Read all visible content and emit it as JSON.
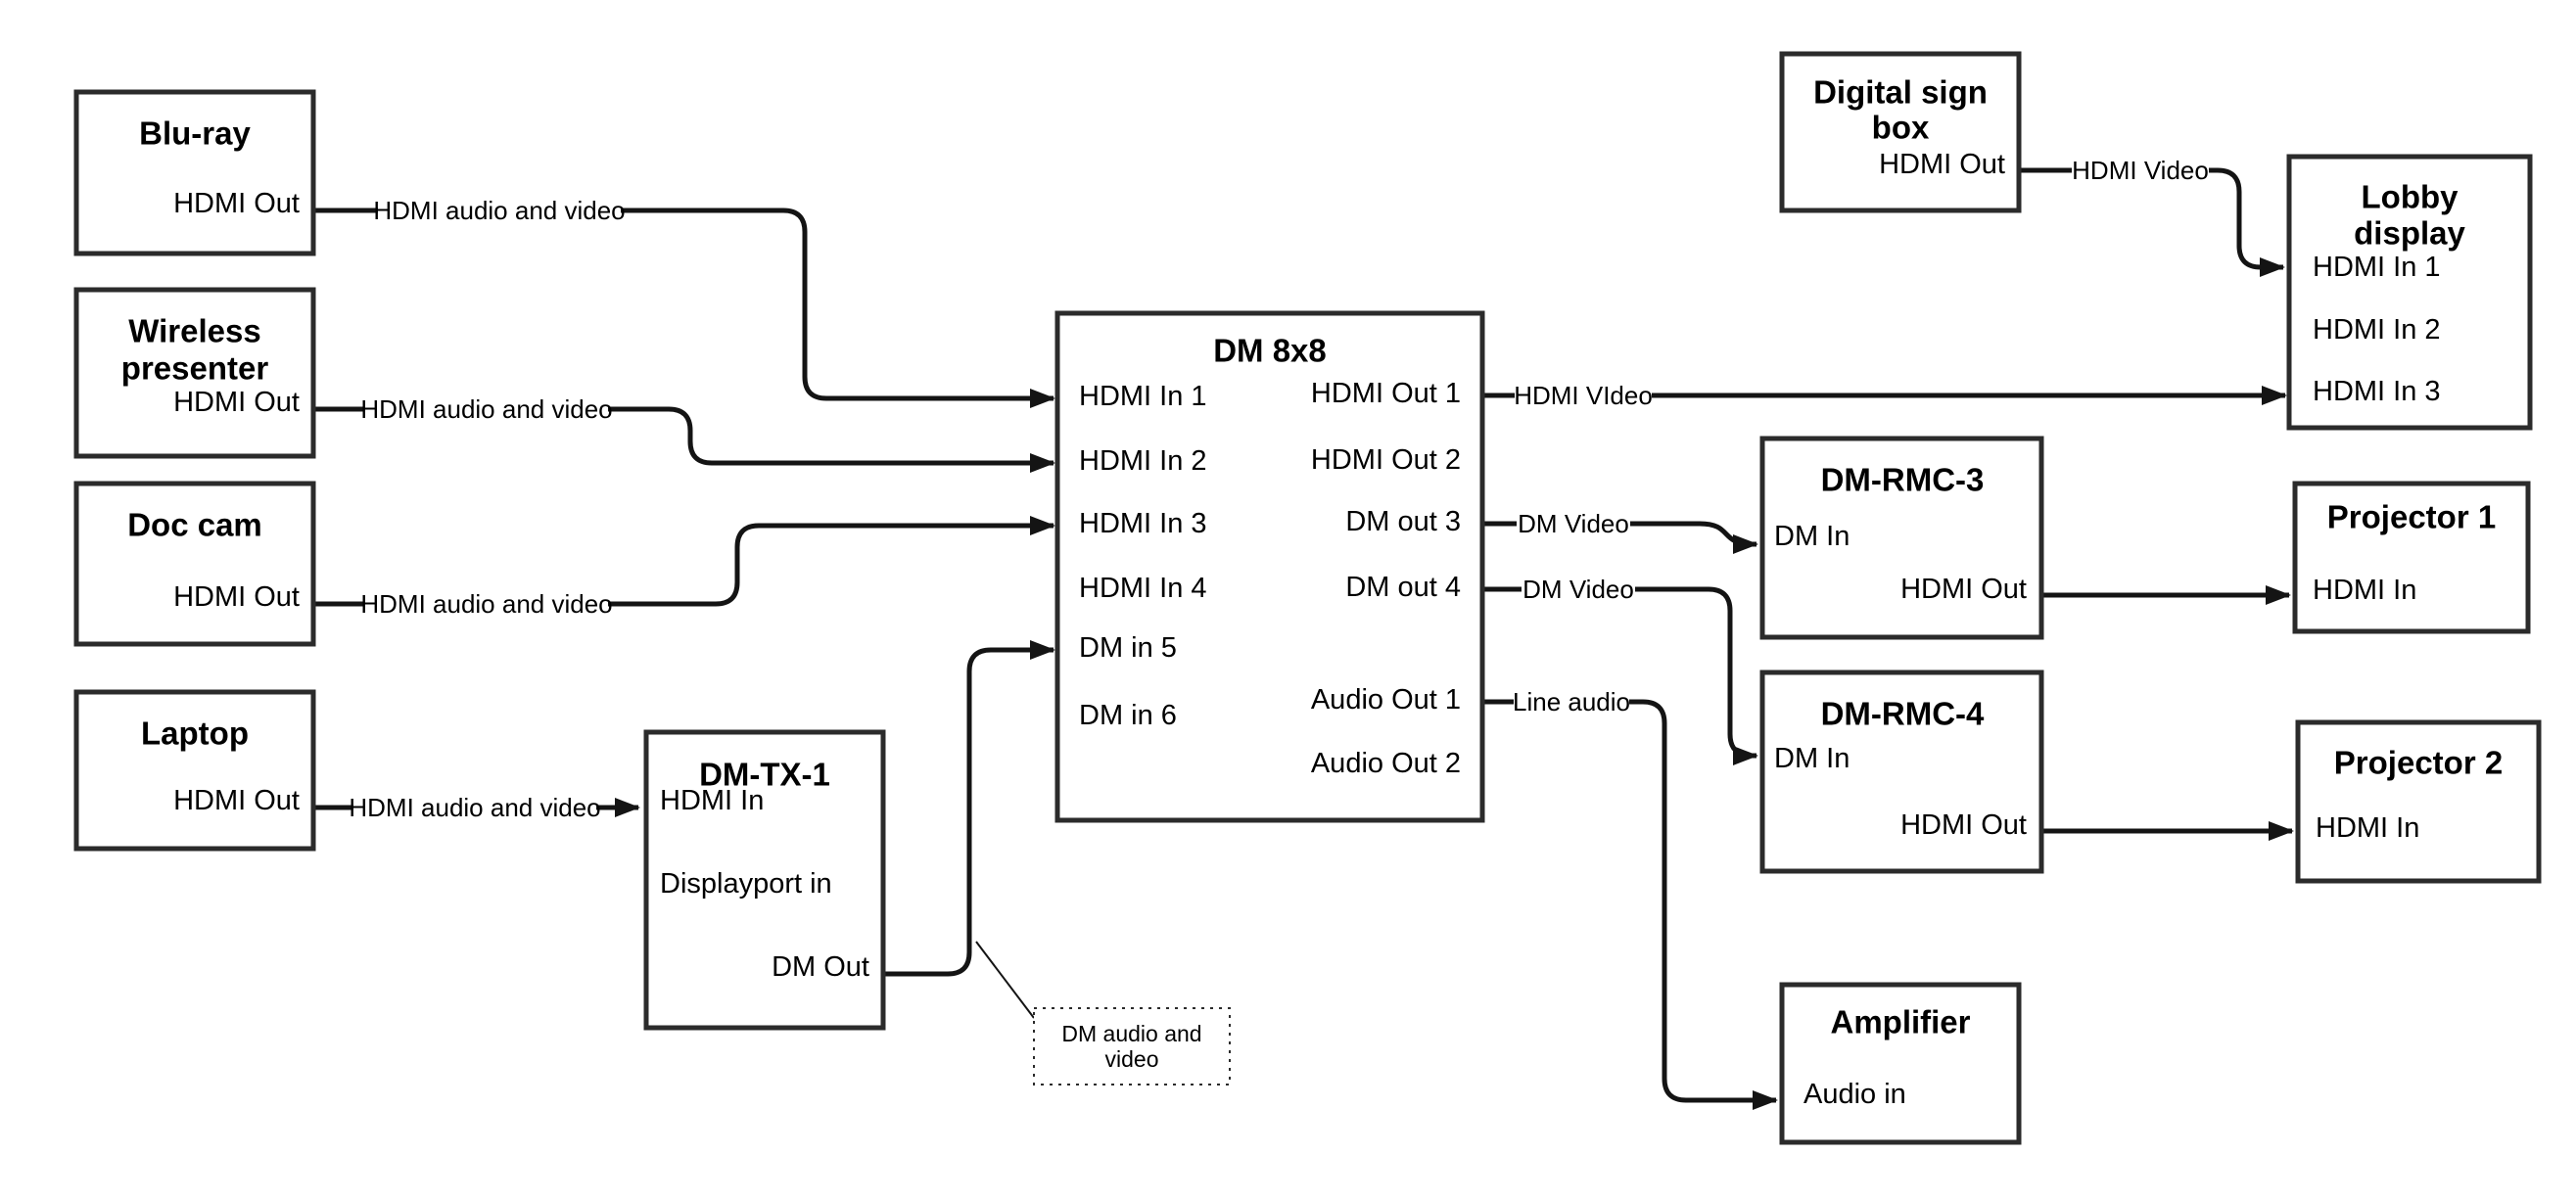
{
  "colors": {
    "background": "#ffffff",
    "box_border": "#2b2b2b",
    "wire": "#141414",
    "text": "#000000"
  },
  "nodes": {
    "bluray": {
      "title": "Blu-ray",
      "ports": [
        "HDMI Out"
      ]
    },
    "wireless": {
      "title_lines": [
        "Wireless",
        "presenter"
      ],
      "ports": [
        "HDMI Out"
      ]
    },
    "doccam": {
      "title": "Doc cam",
      "ports": [
        "HDMI Out"
      ]
    },
    "laptop": {
      "title": "Laptop",
      "ports": [
        "HDMI Out"
      ]
    },
    "dmtx1": {
      "title": "DM-TX-1",
      "ports": [
        "HDMI In",
        "Displayport in",
        "DM Out"
      ]
    },
    "dm8x8": {
      "title": "DM 8x8",
      "ports": [
        "HDMI In 1",
        "HDMI In 2",
        "HDMI In 3",
        "HDMI In 4",
        "DM in 5",
        "DM in 6",
        "HDMI Out 1",
        "HDMI Out 2",
        "DM out 3",
        "DM out 4",
        "Audio Out 1",
        "Audio Out 2"
      ]
    },
    "digisign": {
      "title_lines": [
        "Digital sign",
        "box"
      ],
      "ports": [
        "HDMI Out"
      ]
    },
    "lobby": {
      "title_lines": [
        "Lobby",
        "display"
      ],
      "ports": [
        "HDMI In 1",
        "HDMI In 2",
        "HDMI In 3"
      ]
    },
    "dmrmc3": {
      "title": "DM-RMC-3",
      "ports": [
        "DM In",
        "HDMI Out"
      ]
    },
    "proj1": {
      "title": "Projector 1",
      "ports": [
        "HDMI In"
      ]
    },
    "dmrmc4": {
      "title": "DM-RMC-4",
      "ports": [
        "DM In",
        "HDMI Out"
      ]
    },
    "proj2": {
      "title": "Projector 2",
      "ports": [
        "HDMI In"
      ]
    },
    "amp": {
      "title": "Amplifier",
      "ports": [
        "Audio in"
      ]
    }
  },
  "connections": [
    {
      "from": "Blu-ray HDMI Out",
      "to": "DM 8x8 HDMI In 1",
      "label": "HDMI audio and video"
    },
    {
      "from": "Wireless presenter HDMI Out",
      "to": "DM 8x8 HDMI In 2",
      "label": "HDMI audio and video"
    },
    {
      "from": "Doc cam HDMI Out",
      "to": "DM 8x8 HDMI In 3",
      "label": "HDMI audio and video"
    },
    {
      "from": "Laptop HDMI Out",
      "to": "DM-TX-1 HDMI In",
      "label": "HDMI audio and video"
    },
    {
      "from": "DM-TX-1 DM Out",
      "to": "DM 8x8 DM in 5",
      "label": ""
    },
    {
      "from": "DM 8x8 HDMI Out 1",
      "to": "Lobby display HDMI In 3",
      "label": "HDMI VIdeo"
    },
    {
      "from": "Digital sign box HDMI Out",
      "to": "Lobby display HDMI In 1",
      "label": "HDMI Video"
    },
    {
      "from": "DM 8x8 DM out 3",
      "to": "DM-RMC-3 DM In",
      "label": "DM Video"
    },
    {
      "from": "DM 8x8 DM out 4",
      "to": "DM-RMC-4 DM In",
      "label": "DM Video"
    },
    {
      "from": "DM-RMC-3 HDMI Out",
      "to": "Projector 1 HDMI In",
      "label": ""
    },
    {
      "from": "DM-RMC-4 HDMI Out",
      "to": "Projector 2 HDMI In",
      "label": ""
    },
    {
      "from": "DM 8x8 Audio Out 1",
      "to": "Amplifier Audio in",
      "label": "Line audio"
    }
  ],
  "note": {
    "line1": "DM audio and",
    "line2": "video"
  }
}
